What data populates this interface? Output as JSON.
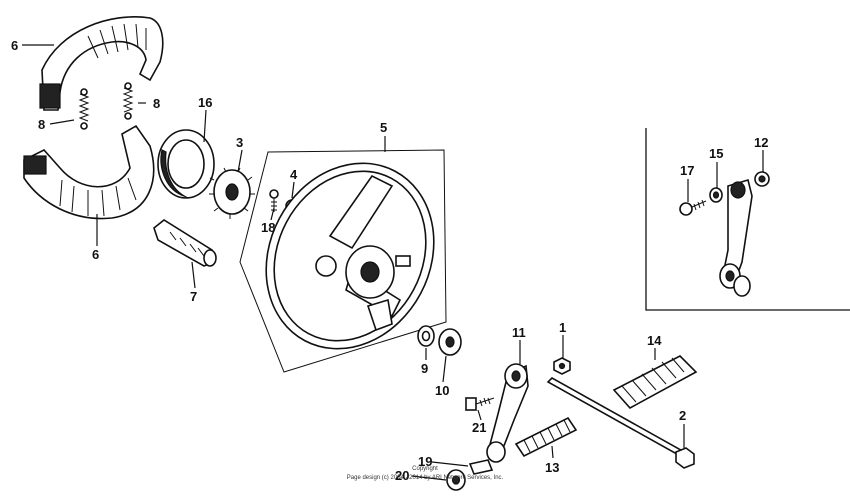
{
  "diagram": {
    "callouts": [
      {
        "id": "6a",
        "label": "6"
      },
      {
        "id": "8a",
        "label": "8"
      },
      {
        "id": "8b",
        "label": "8"
      },
      {
        "id": "16",
        "label": "16"
      },
      {
        "id": "6b",
        "label": "6"
      },
      {
        "id": "3",
        "label": "3"
      },
      {
        "id": "4",
        "label": "4"
      },
      {
        "id": "18",
        "label": "18"
      },
      {
        "id": "5",
        "label": "5"
      },
      {
        "id": "7",
        "label": "7"
      },
      {
        "id": "17",
        "label": "17"
      },
      {
        "id": "15",
        "label": "15"
      },
      {
        "id": "12",
        "label": "12"
      },
      {
        "id": "11",
        "label": "11"
      },
      {
        "id": "1",
        "label": "1"
      },
      {
        "id": "14",
        "label": "14"
      },
      {
        "id": "9",
        "label": "9"
      },
      {
        "id": "10",
        "label": "10"
      },
      {
        "id": "21",
        "label": "21"
      },
      {
        "id": "2",
        "label": "2"
      },
      {
        "id": "13",
        "label": "13"
      },
      {
        "id": "19",
        "label": "19"
      },
      {
        "id": "20",
        "label": "20"
      }
    ]
  },
  "footer": {
    "copyright_label": "Copyright",
    "text": "Page design (c) 2004 - 2014 by ARI Network Services, Inc."
  }
}
